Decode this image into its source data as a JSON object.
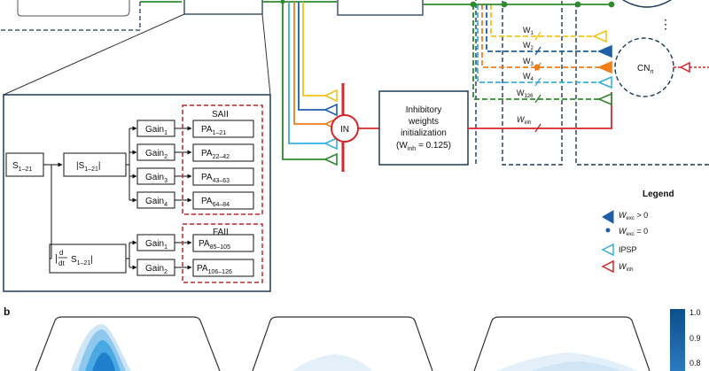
{
  "panel_b_label": "b",
  "stages": {
    "input": "S",
    "input_sub": "1–21",
    "abs": "|S",
    "abs_sub": "1–21",
    "abs_close": "|",
    "deriv_d_top": "d",
    "deriv_dt": "dt",
    "deriv_s": "S",
    "deriv_sub": "1–21"
  },
  "gains": [
    {
      "label": "Gain",
      "sub": "1"
    },
    {
      "label": "Gain",
      "sub": "2"
    },
    {
      "label": "Gain",
      "sub": "3"
    },
    {
      "label": "Gain",
      "sub": "4"
    },
    {
      "label": "Gain",
      "sub": "1"
    },
    {
      "label": "Gain",
      "sub": "2"
    }
  ],
  "pa_blocks": [
    {
      "label": "PA",
      "sub": "1–21"
    },
    {
      "label": "PA",
      "sub": "22–42"
    },
    {
      "label": "PA",
      "sub": "43–63"
    },
    {
      "label": "PA",
      "sub": "64–84"
    },
    {
      "label": "PA",
      "sub": "85–105"
    },
    {
      "label": "PA",
      "sub": "106–126"
    }
  ],
  "groups": {
    "saii": "SAII",
    "faii": "FAII"
  },
  "in_node": "IN",
  "inhibitory_box": {
    "line1": "Inhibitory",
    "line2": "weights",
    "line3": "initialization",
    "line4_open": "(W",
    "line4_sub": "inh",
    "line4_rest": " = 0.125)"
  },
  "weights": [
    {
      "label": "W",
      "sub": "1"
    },
    {
      "label": "W",
      "sub": "2"
    },
    {
      "label": "W",
      "sub": "3"
    },
    {
      "label": "W",
      "sub": "4"
    },
    {
      "label": "W",
      "sub": "126"
    },
    {
      "label": "W",
      "sub": "inh"
    }
  ],
  "cn_node": {
    "label": "CN",
    "sub": "n"
  },
  "ellipsis": "⋮",
  "legend": {
    "title": "Legend",
    "items": [
      {
        "label": "W",
        "sub": "exc",
        "rest": " > 0"
      },
      {
        "label": "W",
        "sub": "exc",
        "rest": " = 0"
      },
      {
        "label": "IPSP",
        "sub": "",
        "rest": ""
      },
      {
        "label": "W",
        "sub": "inh",
        "rest": ""
      }
    ]
  },
  "colorbar_ticks": [
    "1.0",
    "0.9",
    "0.8"
  ],
  "colors": {
    "green": "#2e8b2e",
    "yellow": "#f2c21b",
    "dark_blue": "#1f5fa8",
    "orange": "#f07f1b",
    "light_blue": "#3aaee0",
    "red": "#d7262b",
    "navy": "#1f3b57",
    "dashed_red": "#c0282d"
  }
}
